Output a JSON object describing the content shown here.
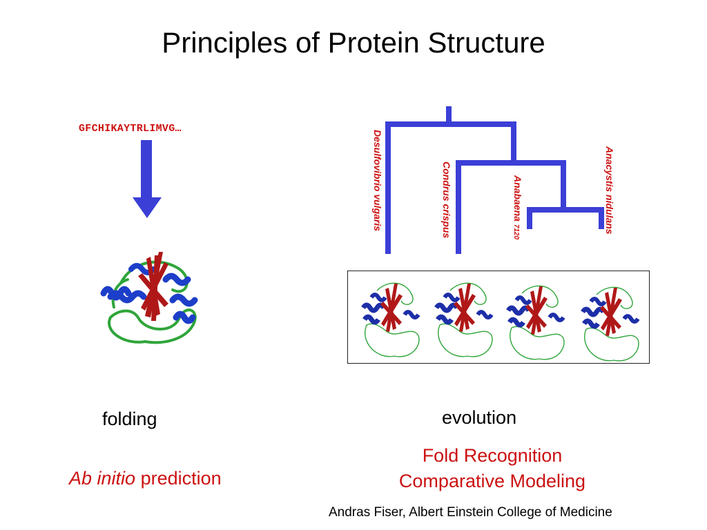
{
  "slide": {
    "title": "Principles of Protein Structure",
    "sequence": "GFCHIKAYTRLIMVG…",
    "folding_label": "folding",
    "evolution_label": "evolution",
    "ab_initio_italic": "Ab initio",
    "ab_initio_rest": " prediction",
    "fold_recognition": "Fold Recognition",
    "comparative_modeling": "Comparative Modeling",
    "credit": "Andras Fiser, Albert Einstein College of Medicine"
  },
  "tree": {
    "species": [
      {
        "name": "Desulfovibrio vulgaris",
        "suffix": ""
      },
      {
        "name": "Condrus crispus",
        "suffix": ""
      },
      {
        "name": "Anabaena",
        "suffix": "7120"
      },
      {
        "name": "Anacystis nidulans",
        "suffix": ""
      }
    ]
  },
  "colors": {
    "tree_blue": "#3b3fd6",
    "label_red": "#cc1111",
    "helix_blue": "#1d3ec9",
    "sheet_red": "#b01818",
    "coil_green": "#2fa53a"
  }
}
